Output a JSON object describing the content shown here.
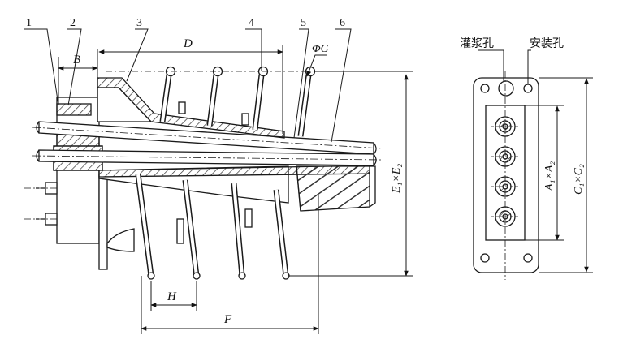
{
  "labels": {
    "part_1": "1",
    "part_2": "2",
    "part_3": "3",
    "part_4": "4",
    "part_5": "5",
    "part_6": "6",
    "dim_B": "B",
    "dim_D": "D",
    "dim_G": "ΦG",
    "dim_H": "H",
    "dim_F": "F",
    "dim_E": "E₁×E₂",
    "dim_A": "A₁×A₂",
    "dim_C": "C₁×C₂",
    "grout_hole": "灌浆孔",
    "mount_hole": "安装孔"
  },
  "colors": {
    "line": "#1a1a1a",
    "hatch": "#333333",
    "fill_light": "#e6e6e6"
  }
}
